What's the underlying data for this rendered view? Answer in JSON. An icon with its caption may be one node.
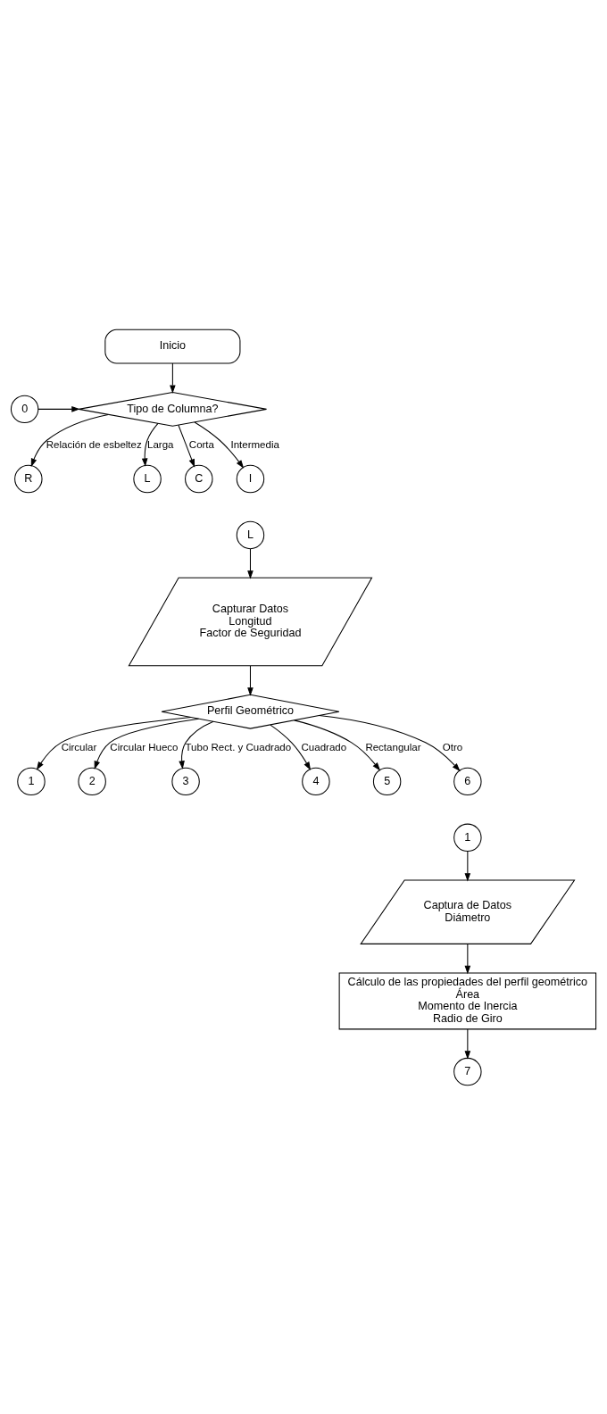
{
  "diagram": {
    "nodes": [
      {
        "text": [
          "Inicio"
        ]
      },
      {
        "text": [
          "0"
        ]
      },
      {
        "text": [
          "Tipo de Columna?"
        ]
      },
      {
        "text": [
          "R"
        ]
      },
      {
        "text": [
          "L"
        ]
      },
      {
        "text": [
          "C"
        ]
      },
      {
        "text": [
          "I"
        ]
      },
      {
        "text": [
          "L"
        ]
      },
      {
        "text": [
          "Capturar Datos",
          "Longitud",
          "Factor de Seguridad"
        ]
      },
      {
        "text": [
          "Perfil Geométrico"
        ]
      },
      {
        "text": [
          "1"
        ]
      },
      {
        "text": [
          "2"
        ]
      },
      {
        "text": [
          "3"
        ]
      },
      {
        "text": [
          "4"
        ]
      },
      {
        "text": [
          "5"
        ]
      },
      {
        "text": [
          "6"
        ]
      },
      {
        "text": [
          "1"
        ]
      },
      {
        "text": [
          "Captura de Datos",
          "Diámetro"
        ]
      },
      {
        "text": [
          "Cálculo de las propiedades del perfil geométrico",
          "Área",
          "Momento de Inercia",
          "Radio de Giro"
        ]
      },
      {
        "text": [
          "7"
        ]
      }
    ],
    "edges": [
      {
        "from": 0,
        "to": 2,
        "arrow": "to"
      },
      {
        "from": 1,
        "to": 2,
        "arrow": "to"
      },
      {
        "from": 2,
        "to": 3,
        "arrow": "to",
        "label": "Relación de esbeltez"
      },
      {
        "from": 2,
        "to": 4,
        "arrow": "to",
        "label": "Larga"
      },
      {
        "from": 2,
        "to": 5,
        "arrow": "to",
        "label": "Corta"
      },
      {
        "from": 2,
        "to": 6,
        "arrow": "to",
        "label": "Intermedia"
      },
      {
        "from": 7,
        "to": 8,
        "arrow": "to"
      },
      {
        "from": 8,
        "to": 9,
        "arrow": "to"
      },
      {
        "from": 9,
        "to": 10,
        "arrow": "to",
        "label": "Circular"
      },
      {
        "from": 9,
        "to": 11,
        "arrow": "to",
        "label": "Circular Hueco"
      },
      {
        "from": 9,
        "to": 12,
        "arrow": "to",
        "label": "Tubo Rect. y Cuadrado"
      },
      {
        "from": 9,
        "to": 13,
        "arrow": "to",
        "label": "Cuadrado"
      },
      {
        "from": 9,
        "to": 14,
        "arrow": "to",
        "label": "Rectangular"
      },
      {
        "from": 9,
        "to": 15,
        "arrow": "to",
        "label": "Otro"
      },
      {
        "from": 16,
        "to": 17,
        "arrow": "to"
      },
      {
        "from": 17,
        "to": 18,
        "arrow": "to"
      },
      {
        "from": 18,
        "to": 19,
        "arrow": "to"
      }
    ]
  }
}
